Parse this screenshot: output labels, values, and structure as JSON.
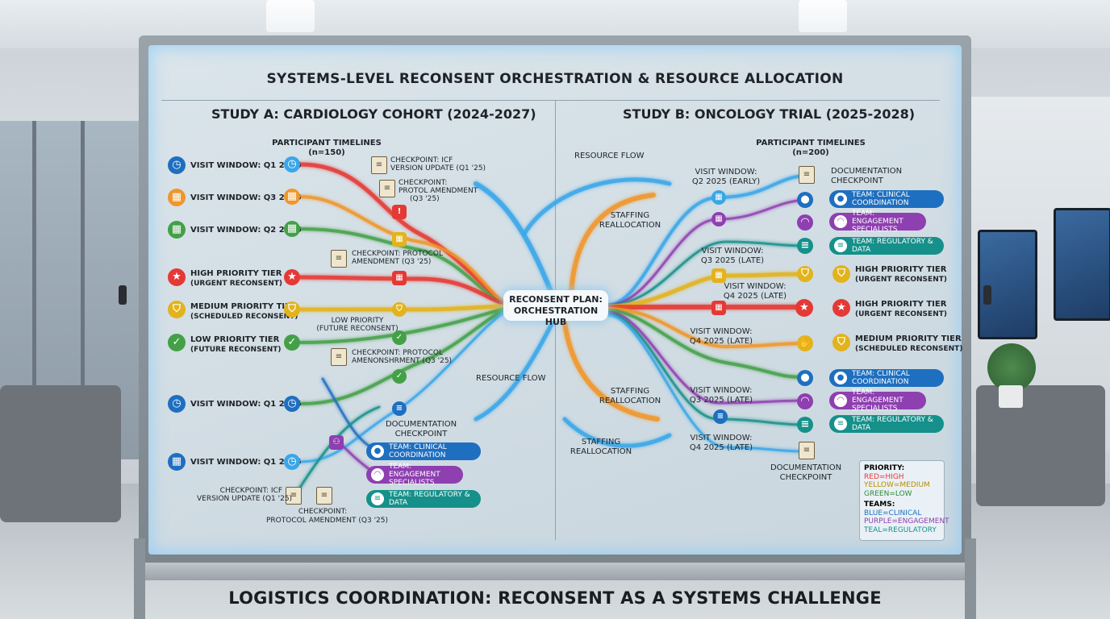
{
  "title": "SYSTEMS-LEVEL RECONSENT ORCHESTRATION & RESOURCE ALLOCATION",
  "caption": "LOGISTICS COORDINATION: RECONSENT AS A SYSTEMS CHALLENGE",
  "hub": {
    "line1": "RECONSENT PLAN:",
    "line2": "ORCHESTRATION HUB"
  },
  "colors": {
    "red": "#e53935",
    "orange": "#f0962a",
    "green": "#43a047",
    "yellow": "#e2b31c",
    "blue": "#1e6fc0",
    "purple": "#8e3fb0",
    "teal": "#15908a",
    "cyan": "#3aa6e8"
  },
  "study_a": {
    "title": "STUDY A: CARDIOLOGY COHORT (2024-2027)",
    "timelines_title": "PARTICIPANT TIMELINES",
    "timelines_n": "(n=150)",
    "rows": [
      {
        "label": "VISIT WINDOW: Q1 2025",
        "icon": "clock-icon",
        "color": "blue"
      },
      {
        "label": "VISIT WINDOW: Q3 2025",
        "icon": "calendar-icon",
        "color": "orange"
      },
      {
        "label": "VISIT WINDOW: Q2 2026",
        "icon": "calendar-icon",
        "color": "green"
      },
      {
        "label": "HIGH PRIORITY TIER",
        "sub": "(URGENT RECONSENT)",
        "icon": "star-icon",
        "color": "red"
      },
      {
        "label": "MEDIUM PRIORITY TIER",
        "sub": "(SCHEDULED RECONSENT)",
        "icon": "shield-icon",
        "color": "yellow"
      },
      {
        "label": "LOW PRIORITY TIER",
        "sub": "(FUTURE RECONSENT)",
        "icon": "check-icon",
        "color": "green"
      },
      {
        "label": "VISIT WINDOW: Q1 2025",
        "icon": "clock-icon",
        "color": "blue"
      },
      {
        "label": "VISIT WINDOW: Q1 2025",
        "icon": "calendar-icon",
        "color": "blue"
      }
    ],
    "checkpoints": [
      {
        "line1": "CHECKPOINT: ICF",
        "line2": "VERSION UPDATE (Q1 '25)"
      },
      {
        "line1": "CHECKPOINT:",
        "line2": "PROTOL AMENDMENT",
        "line3": "(Q3 '25)"
      },
      {
        "line1": "CHECKPOINT: PROTOCOL",
        "line2": "AMENDMENT (Q3 '25)"
      },
      {
        "line1": "LOW PRIORITY",
        "line2": "(FUTURE RECONSENT)"
      },
      {
        "line1": "CHECKPOINT: PROTOCOL",
        "line2": "AMENONSHRMENT (Q3 '25)"
      },
      {
        "line1": "DOCUMENTATION",
        "line2": "CHECKPOINT"
      },
      {
        "line1": "CHECKPOINT: ICF",
        "line2": "VERSION UPDATE (Q1 '25)"
      },
      {
        "line1": "CHECKPOINT:",
        "line2": "PROTOCOL AMENDMENT (Q3 '25)"
      }
    ],
    "teams": [
      {
        "label": "TEAM: CLINICAL COORDINATION",
        "color": "blue"
      },
      {
        "label": "TEAM: ENGAGEMENT SPECIALISTS",
        "color": "purple"
      },
      {
        "label": "TEAM: REGULATORY & DATA",
        "color": "teal"
      }
    ],
    "resource_flow": "RESOURCE FLOW"
  },
  "study_b": {
    "title": "STUDY B: ONCOLOGY TRIAL (2025-2028)",
    "timelines_title": "PARTICIPANT TIMELINES",
    "timelines_n": "(n=200)",
    "resource_flow": "RESOURCE FLOW",
    "staffing": "STAFFING REALLOCATION",
    "visits": [
      {
        "line1": "VISIT WINDOW:",
        "line2": "Q2 2025 (EARLY)"
      },
      {
        "line1": "VISIT WINDOW:",
        "line2": "Q3 2025 (LATE)"
      },
      {
        "line1": "VISIT WINDOW:",
        "line2": "Q4 2025 (LATE)"
      },
      {
        "line1": "VISIT WINDOW:",
        "line2": "Q4 2025 (LATE)"
      },
      {
        "line1": "VISIT WINDOW:",
        "line2": "Q3 2025 (LATE)"
      },
      {
        "line1": "VISIT WINDOW:",
        "line2": "Q4 2025 (LATE)"
      }
    ],
    "doc_top": {
      "line1": "DOCUMENTATION",
      "line2": "CHECKPOINT"
    },
    "doc_bottom": {
      "line1": "DOCUMENTATION",
      "line2": "CHECKPOINT"
    },
    "teams_top": [
      {
        "label": "TEAM: CLINICAL COORDINATION",
        "color": "blue"
      },
      {
        "label": "TEAM: ENGAGEMENT SPECIALISTS",
        "color": "purple"
      },
      {
        "label": "TEAM: REGULATORY & DATA",
        "color": "teal"
      }
    ],
    "tiers": [
      {
        "label": "HIGH PRIORITY TIER",
        "sub": "(URGENT RECONSENT)",
        "color": "yellow"
      },
      {
        "label": "HIGH PRIORITY TIER",
        "sub": "(URGENT RECONSENT)",
        "color": "red"
      },
      {
        "label": "MEDIUM PRIORITY TIER",
        "sub": "(SCHEDULED RECONSENT)",
        "color": "yellow"
      }
    ],
    "teams_bottom": [
      {
        "label": "TEAM: CLINICAL COORDINATION",
        "color": "blue"
      },
      {
        "label": "TEAM: ENGAGEMENT SPECIALISTS",
        "color": "purple"
      },
      {
        "label": "TEAM: REGULATORY & DATA",
        "color": "teal"
      }
    ]
  },
  "legend": {
    "priority_title": "PRIORITY:",
    "priority": [
      {
        "text": "RED=HIGH",
        "color": "red"
      },
      {
        "text": "YELLOW=MEDIUM",
        "color": "yellow"
      },
      {
        "text": "GREEN=LOW",
        "color": "green"
      }
    ],
    "teams_title": "TEAMS:",
    "teams": [
      {
        "text": "BLUE=CLINICAL",
        "color": "blue"
      },
      {
        "text": "PURPLE=ENGAGEMENT",
        "color": "purple"
      },
      {
        "text": "TEAL=REGULATORY",
        "color": "teal"
      }
    ]
  }
}
